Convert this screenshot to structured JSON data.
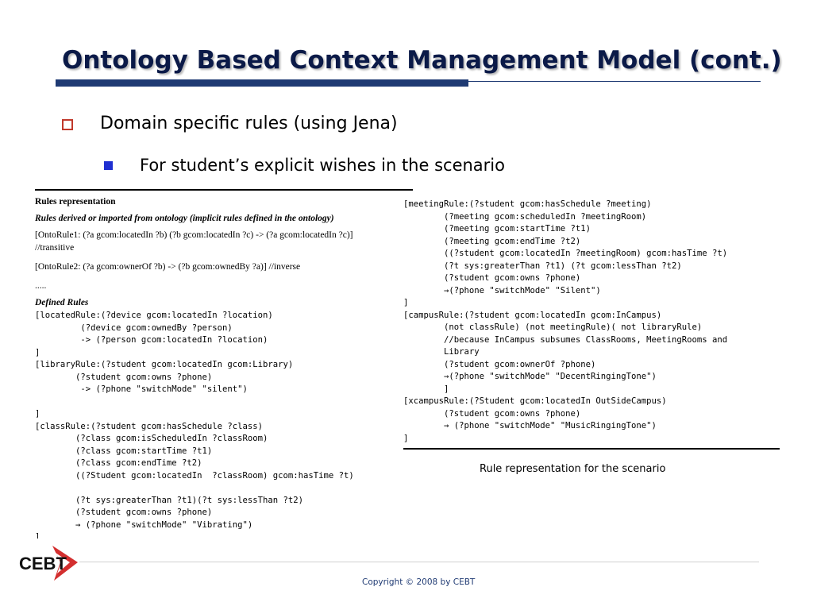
{
  "slide": {
    "title": "Ontology Based Context Management Model (cont.)",
    "bullet1": "Domain specific rules (using Jena)",
    "bullet2": "For student’s explicit wishes in the scenario"
  },
  "left_panel": {
    "heading": "Rules representation",
    "subheading": "Rules derived or imported from ontology (implicit rules defined in the ontology)",
    "onto1": "[OntoRule1: (?a gcom:locatedIn ?b) (?b gcom:locatedIn ?c) -> (?a gcom:locatedIn ?c)]",
    "onto1_comment": "//transitive",
    "onto2": "[OntoRule2: (?a gcom:ownerOf ?b) -> (?b gcom:ownedBy ?a)] //inverse",
    "ellipsis": ".....",
    "defined_heading": "Defined Rules",
    "code": [
      "[locatedRule:(?device gcom:locatedIn ?location)",
      "         (?device gcom:ownedBy ?person)",
      "         -> (?person gcom:locatedIn ?location)",
      "]",
      "[libraryRule:(?student gcom:locatedIn gcom:Library)",
      "        (?student gcom:owns ?phone)",
      "         -> (?phone \"switchMode\" \"silent\")",
      "",
      "]",
      "[classRule:(?student gcom:hasSchedule ?class)",
      "        (?class gcom:isScheduledIn ?classRoom)",
      "        (?class gcom:startTime ?t1)",
      "        (?class gcom:endTime ?t2)",
      "        ((?Student gcom:locatedIn  ?classRoom) gcom:hasTime ?t)",
      "",
      "        (?t sys:greaterThan ?t1)(?t sys:lessThan ?t2)",
      "        (?student gcom:owns ?phone)",
      "        → (?phone \"switchMode\" \"Vibrating\")",
      "]"
    ]
  },
  "right_panel": {
    "code": [
      "[meetingRule:(?student gcom:hasSchedule ?meeting)",
      "        (?meeting gcom:scheduledIn ?meetingRoom)",
      "        (?meeting gcom:startTime ?t1)",
      "        (?meeting gcom:endTime ?t2)",
      "        ((?student gcom:locatedIn ?meetingRoom) gcom:hasTime ?t)",
      "        (?t sys:greaterThan ?t1) (?t gcom:lessThan ?t2)",
      "        (?student gcom:owns ?phone)",
      "        →(?phone \"switchMode\" \"Silent\")",
      "]",
      "[campusRule:(?student gcom:locatedIn gcom:InCampus)",
      "        (not classRule) (not meetingRule)( not libraryRule)",
      "        //because InCampus subsumes ClassRooms, MeetingRooms and",
      "        Library",
      "        (?student gcom:ownerOf ?phone)",
      "        →(?phone \"switchMode\" \"DecentRingingTone\")",
      "        ]",
      "[xcampusRule:(?Student gcom:locatedIn OutSideCampus)",
      "        (?student gcom:owns ?phone)",
      "        → (?phone \"switchMode\" \"MusicRingingTone\")",
      "]"
    ],
    "caption": "Rule representation for the scenario"
  },
  "footer": {
    "logo_text": "CEBT",
    "copyright": "Copyright © 2008 by CEBT"
  },
  "colors": {
    "title": "#0b1a48",
    "title_bar": "#1f3a73",
    "bullet_level1": "#c0392b",
    "bullet_level2": "#1f2fd1",
    "logo_red": "#d32f2f"
  }
}
